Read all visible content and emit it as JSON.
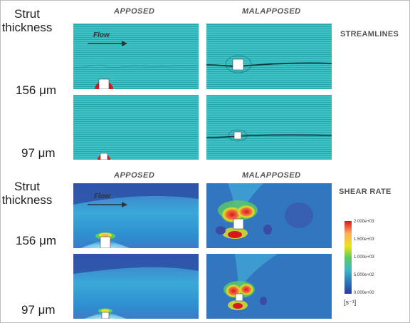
{
  "row_label": {
    "line1": "Strut",
    "line2": "thickness"
  },
  "sizes": {
    "large": "156 μm",
    "small": "97 μm"
  },
  "columns": {
    "apposed": "APPOSED",
    "malapposed": "MALAPPOSED"
  },
  "sections": {
    "streamlines": "STREAMLINES",
    "shear_rate": "SHEAR RATE"
  },
  "flow_label": "Flow",
  "colorbar": {
    "ticks": [
      "2.000e+03",
      "1.500e+03",
      "1.000e+03",
      "5.000e+02",
      "0.000e+00"
    ],
    "unit": "[s⁻¹]",
    "colors": [
      "#d7191c",
      "#fdae61",
      "#e6e61a",
      "#5ec962",
      "#41b6c4",
      "#2c7bb6",
      "#2b3a9e"
    ]
  },
  "palette": {
    "streamline_bg": "#35bfc4",
    "streamline_line": "#0e7f86",
    "shear_low": "#2f4fa8",
    "shear_high": "#d7191c"
  }
}
